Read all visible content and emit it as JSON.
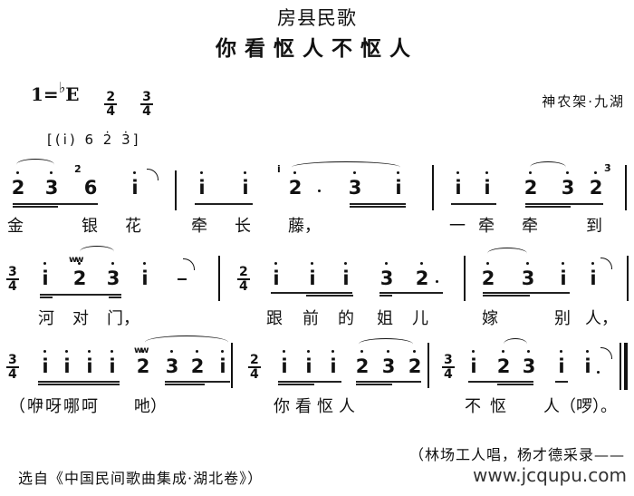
{
  "header": {
    "subtitle": "房县民歌",
    "title": "你看怄人不怄人",
    "key_prefix": "1=",
    "key_flat": "♭",
    "key_letter": "E",
    "time_signatures": [
      {
        "num": "2",
        "den": "4"
      },
      {
        "num": "3",
        "den": "4"
      }
    ],
    "origin": "神农架·九湖",
    "intro": "[(i̇) 6 2̇ 3̇]"
  },
  "lines": [
    {
      "notes": [
        "2̇",
        "3̇",
        "6",
        "i̇",
        "i̇",
        "i̇",
        "2̇·",
        "3̇",
        "i̇",
        "i̇",
        "i̇",
        "2̇",
        "3̇",
        "2̇"
      ],
      "grace": [
        "2̇",
        "i̇",
        "3̇"
      ],
      "lyrics": [
        "金",
        "银",
        "花",
        "牵",
        "长",
        "藤，",
        "一",
        "牵",
        "牵",
        "到"
      ]
    },
    {
      "time_signatures": [
        "3/4",
        "2/4"
      ],
      "notes": [
        "i̇",
        "2̇",
        "3̇",
        "i̇",
        "-",
        "i̇",
        "i̇",
        "i̇",
        "3̇",
        "2̇·",
        "2̇",
        "3̇",
        "i̇",
        "i̇"
      ],
      "lyrics": [
        "河",
        "对",
        "门，",
        "跟",
        "前",
        "的",
        "姐",
        "儿",
        "嫁",
        "别",
        "人，"
      ]
    },
    {
      "time_signatures": [
        "3/4",
        "2/4",
        "3/4"
      ],
      "notes": [
        "i̇",
        "i̇",
        "i̇",
        "i̇",
        "2̇",
        "3̇",
        "2̇",
        "i̇",
        "i̇",
        "i̇",
        "i̇",
        "2̇",
        "3̇",
        "2̇",
        "i̇",
        "2̇",
        "3̇",
        "i̇",
        "i̇·"
      ],
      "lyrics": [
        "（咿呀哪呵",
        "吔）",
        "你看怄人",
        "不怄",
        "人（啰）。"
      ]
    }
  ],
  "footer": {
    "credit": "（林场工人唱，杨才德采录——",
    "source": "选自《中国民间歌曲集成·湖北卷》）",
    "watermark": "www.jcqupu.com"
  }
}
